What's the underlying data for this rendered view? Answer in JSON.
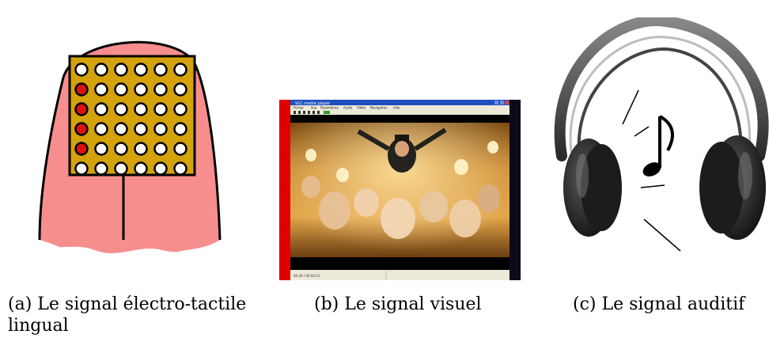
{
  "captions": {
    "a": "(a) Le signal électro-tactile lingual",
    "b": "(b) Le signal visuel",
    "c": "(c) Le signal auditif"
  },
  "tongue": {
    "grid_rows": 6,
    "grid_cols": 6,
    "active_cells": [
      [
        1,
        0
      ],
      [
        2,
        0
      ],
      [
        3,
        0
      ],
      [
        4,
        0
      ]
    ],
    "colors": {
      "tongue": "#f78e8e",
      "array": "#d4a20a",
      "active": "#dd1111",
      "inactive": "#ffffff"
    }
  },
  "video": {
    "window_title": "VLC media player",
    "menu": [
      "Fichier",
      "Vue",
      "Paramètres",
      "Audio",
      "Vidéo",
      "Navigation",
      "Aide"
    ],
    "status": "00:40 / 00:00:51"
  },
  "headphones": {
    "icon": "headphones-icon",
    "note_icon": "music-note-icon"
  }
}
